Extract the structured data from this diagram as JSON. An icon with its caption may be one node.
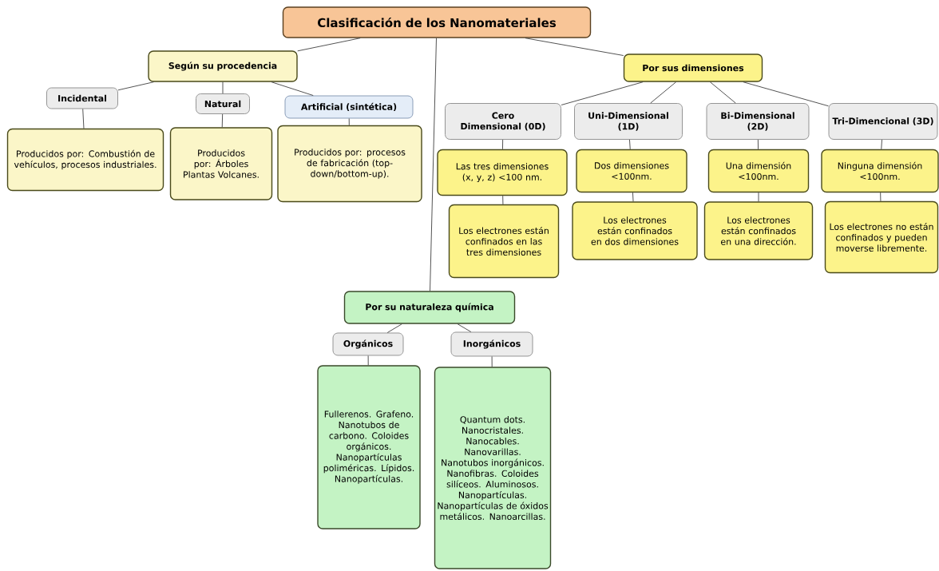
{
  "diagram": {
    "nodes": [
      {
        "text": [
          "Clasificación de los Nanomateriales"
        ]
      },
      {
        "text": [
          "Según su procedencia"
        ]
      },
      {
        "text": [
          "Incidental"
        ]
      },
      {
        "text": [
          "Natural"
        ]
      },
      {
        "text": [
          "Artificial (sintética)"
        ]
      },
      {
        "text": [
          "Producidos por: Combustión de vehículos, procesos industriales."
        ]
      },
      {
        "text": [
          "Producidos por: Árboles Plantas Volcanes."
        ]
      },
      {
        "text": [
          "Producidos por: procesos de fabricación (top-down/bottom-up)."
        ]
      },
      {
        "text": [
          "Por sus dimensiones"
        ]
      },
      {
        "text": [
          "Cero Dimensional (0D)"
        ]
      },
      {
        "text": [
          "Uni-Dimensional (1D)"
        ]
      },
      {
        "text": [
          "Bi-Dimensional (2D)"
        ]
      },
      {
        "text": [
          "Tri-Dimencional (3D)"
        ]
      },
      {
        "text": [
          "Las tres dimensiones (x, y, z) <100 nm."
        ]
      },
      {
        "text": [
          "Los electrones están confinados en las tres dimensiones"
        ]
      },
      {
        "text": [
          "Dos dimensiones <100nm."
        ]
      },
      {
        "text": [
          "Los electrones están confinados en dos dimensiones"
        ]
      },
      {
        "text": [
          "Una dimensión <100nm."
        ]
      },
      {
        "text": [
          "Los electrones están confinados en una dirección."
        ]
      },
      {
        "text": [
          "Ninguna dimensión <100nm."
        ]
      },
      {
        "text": [
          "Los electrones no están confinados y pueden moverse libremente."
        ]
      },
      {
        "text": [
          "Por su naturaleza química"
        ]
      },
      {
        "text": [
          "Orgánicos"
        ]
      },
      {
        "text": [
          "Inorgánicos"
        ]
      },
      {
        "text": [
          "Fullerenos. Grafeno. Nanotubos de carbono. Coloides orgánicos. Nanopartículas poliméricas. Lípidos. Nanopartículas."
        ]
      },
      {
        "text": [
          "Quantum dots. Nanocristales. Nanocables. Nanovarillas. Nanotubos inorgánicos. Nanofibras. Coloides silíceos. Aluminosos. Nanopartículas. Nanopartículas de óxidos metálicos. Nanoarcillas."
        ]
      }
    ],
    "edges": [
      {
        "from": 0,
        "to": 1,
        "arrow": "none"
      },
      {
        "from": 0,
        "to": 8,
        "arrow": "none"
      },
      {
        "from": 0,
        "to": 21,
        "arrow": "none"
      },
      {
        "from": 1,
        "to": 2,
        "arrow": "none"
      },
      {
        "from": 1,
        "to": 3,
        "arrow": "none"
      },
      {
        "from": 1,
        "to": 4,
        "arrow": "none"
      },
      {
        "from": 2,
        "to": 5,
        "arrow": "none"
      },
      {
        "from": 3,
        "to": 6,
        "arrow": "none"
      },
      {
        "from": 4,
        "to": 7,
        "arrow": "none"
      },
      {
        "from": 8,
        "to": 9,
        "arrow": "none"
      },
      {
        "from": 8,
        "to": 10,
        "arrow": "none"
      },
      {
        "from": 8,
        "to": 11,
        "arrow": "none"
      },
      {
        "from": 8,
        "to": 12,
        "arrow": "none"
      },
      {
        "from": 9,
        "to": 13,
        "arrow": "none"
      },
      {
        "from": 13,
        "to": 14,
        "arrow": "none"
      },
      {
        "from": 10,
        "to": 15,
        "arrow": "none"
      },
      {
        "from": 15,
        "to": 16,
        "arrow": "none"
      },
      {
        "from": 11,
        "to": 17,
        "arrow": "none"
      },
      {
        "from": 17,
        "to": 18,
        "arrow": "none"
      },
      {
        "from": 12,
        "to": 19,
        "arrow": "none"
      },
      {
        "from": 19,
        "to": 20,
        "arrow": "none"
      },
      {
        "from": 21,
        "to": 22,
        "arrow": "none"
      },
      {
        "from": 21,
        "to": 23,
        "arrow": "none"
      },
      {
        "from": 22,
        "to": 24,
        "arrow": "none"
      },
      {
        "from": 23,
        "to": 25,
        "arrow": "none"
      }
    ]
  }
}
